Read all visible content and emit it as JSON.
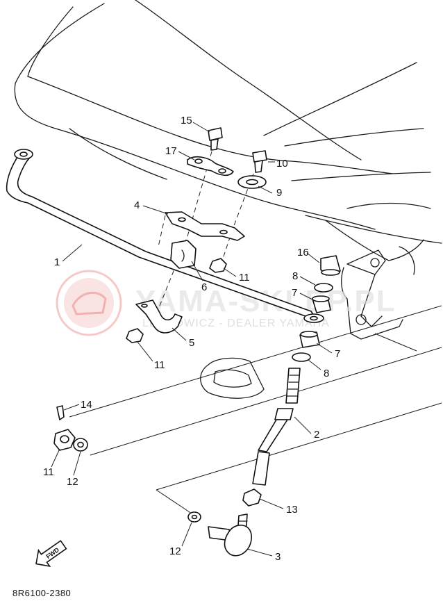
{
  "watermark": {
    "title": "YAMA-SKLEP.PL",
    "subtitle": "LECHOWICZ - DEALER YAMAHA"
  },
  "diagram_code": "8R6100-2380",
  "direction_label": "FWD",
  "callouts": [
    {
      "id": "c15",
      "text": "15"
    },
    {
      "id": "c17",
      "text": "17"
    },
    {
      "id": "c10",
      "text": "10"
    },
    {
      "id": "c9",
      "text": "9"
    },
    {
      "id": "c4",
      "text": "4"
    },
    {
      "id": "c16",
      "text": "16"
    },
    {
      "id": "c1",
      "text": "1"
    },
    {
      "id": "c6",
      "text": "6"
    },
    {
      "id": "c11a",
      "text": "11"
    },
    {
      "id": "c8a",
      "text": "8"
    },
    {
      "id": "c7a",
      "text": "7"
    },
    {
      "id": "c5",
      "text": "5"
    },
    {
      "id": "c11b",
      "text": "11"
    },
    {
      "id": "c7b",
      "text": "7"
    },
    {
      "id": "c8b",
      "text": "8"
    },
    {
      "id": "c14",
      "text": "14"
    },
    {
      "id": "c2",
      "text": "2"
    },
    {
      "id": "c11c",
      "text": "11"
    },
    {
      "id": "c12a",
      "text": "12"
    },
    {
      "id": "c13",
      "text": "13"
    },
    {
      "id": "c12b",
      "text": "12"
    },
    {
      "id": "c3",
      "text": "3"
    }
  ]
}
